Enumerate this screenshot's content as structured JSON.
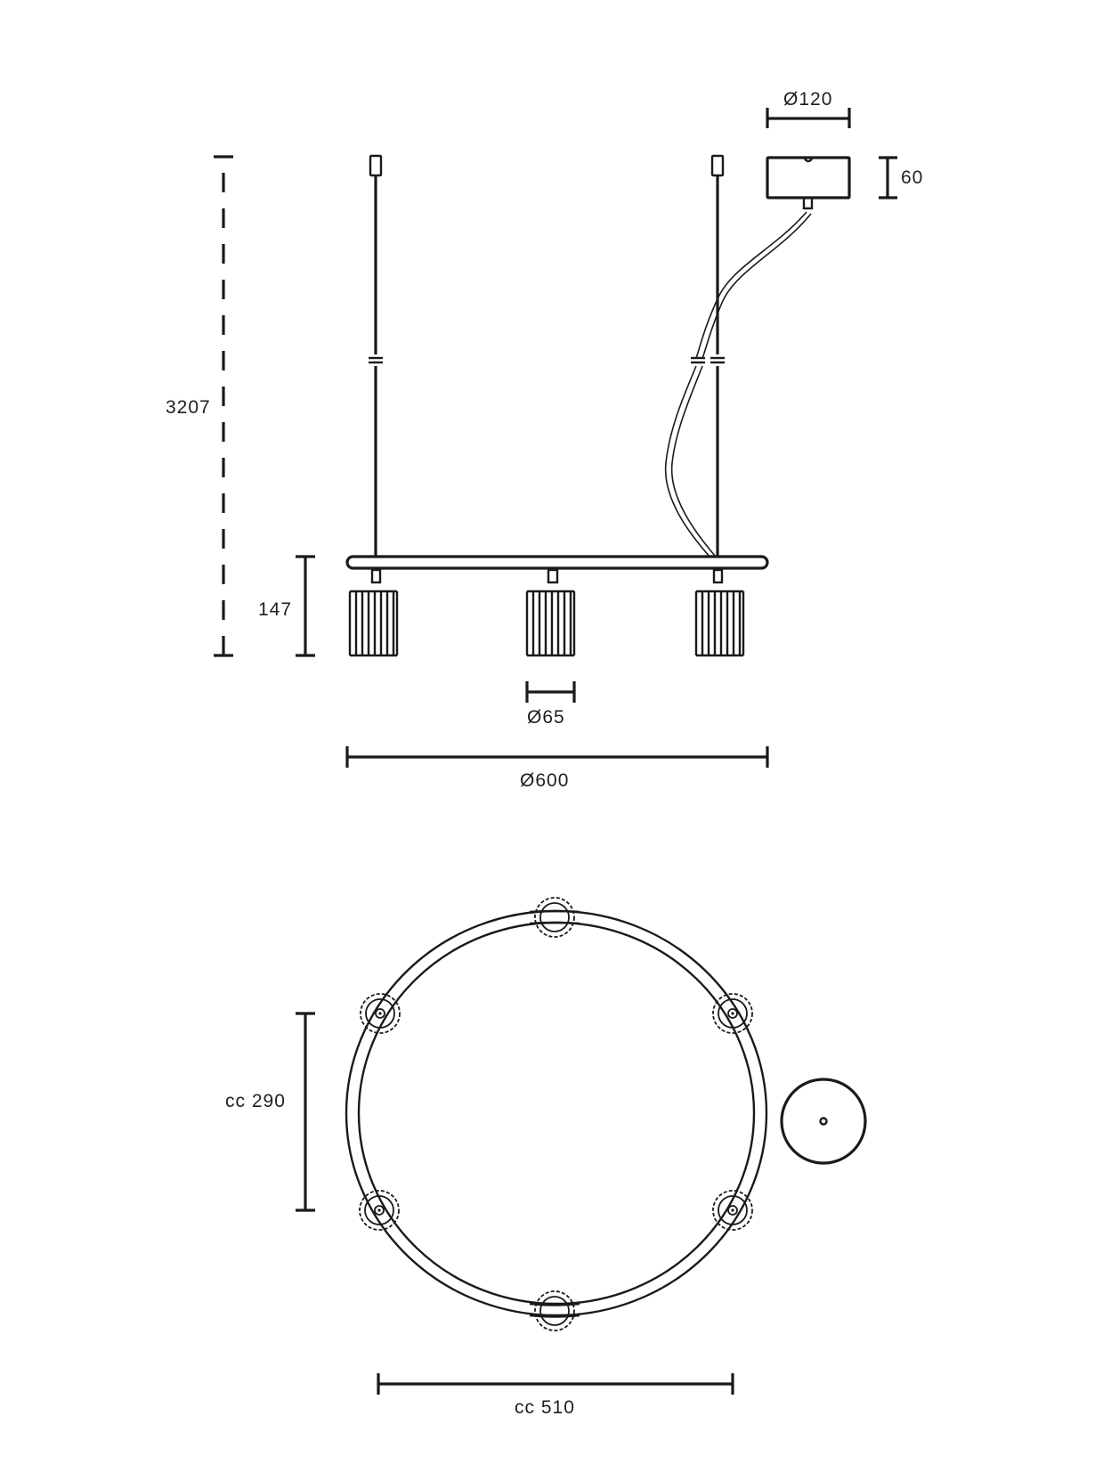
{
  "drawing": {
    "type": "technical-dimension-drawing",
    "subject": "pendant lamp with ring and three cylindrical shades",
    "line_color": "#1a1a1a",
    "background": "#ffffff"
  },
  "side_view": {
    "dimensions": {
      "total_height": "3207",
      "shade_height": "147",
      "shade_diameter": "Ø65",
      "ring_diameter": "Ø600",
      "canopy_diameter": "Ø120",
      "canopy_height": "60"
    },
    "shade_count": 3
  },
  "top_view": {
    "dimensions": {
      "cc_vertical": "cc 290",
      "cc_horizontal": "cc 510"
    },
    "shade_count": 6
  }
}
